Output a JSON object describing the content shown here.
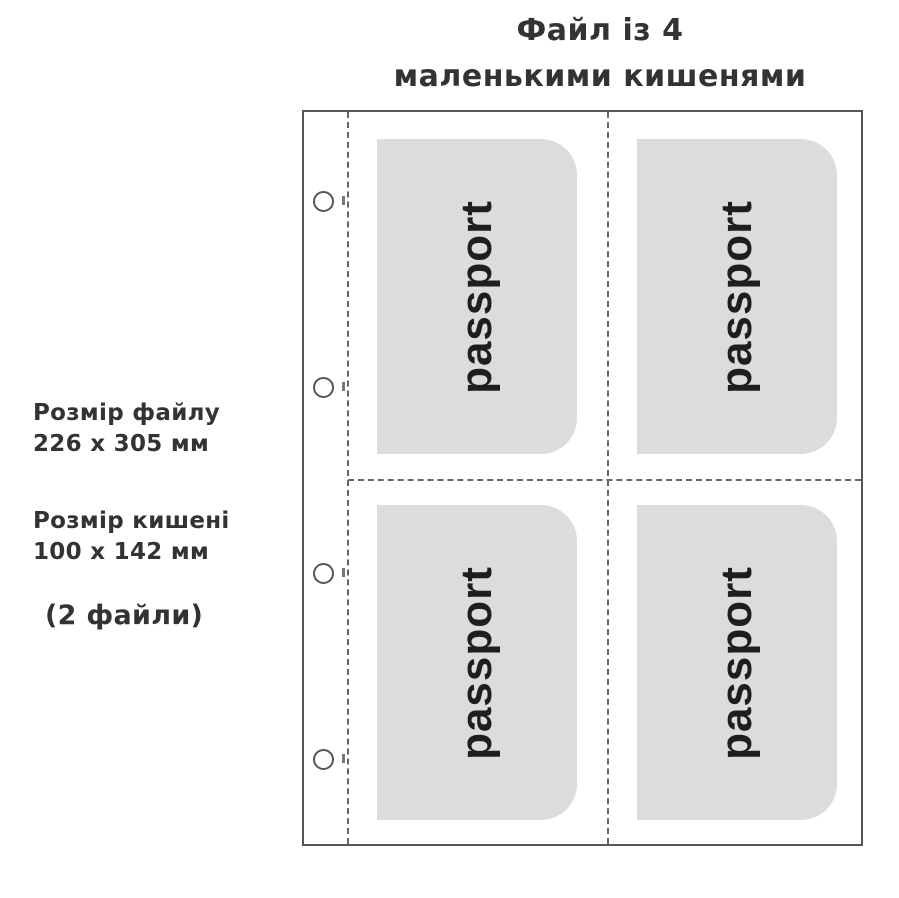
{
  "title": {
    "line1": "Файл із 4",
    "line2": "маленькими кишенями"
  },
  "specs": {
    "file_size_label": "Розмір файлу",
    "file_size_value": "226 х 305 мм",
    "pocket_size_label": "Розмір кишені",
    "pocket_size_value": "100 х 142 мм",
    "count": "(2 файли)"
  },
  "pockets": [
    {
      "label": "passport"
    },
    {
      "label": "passport"
    },
    {
      "label": "passport"
    },
    {
      "label": "passport"
    }
  ],
  "colors": {
    "card_fill": "#dcdcdc",
    "outline": "#555555",
    "text": "#333333"
  }
}
